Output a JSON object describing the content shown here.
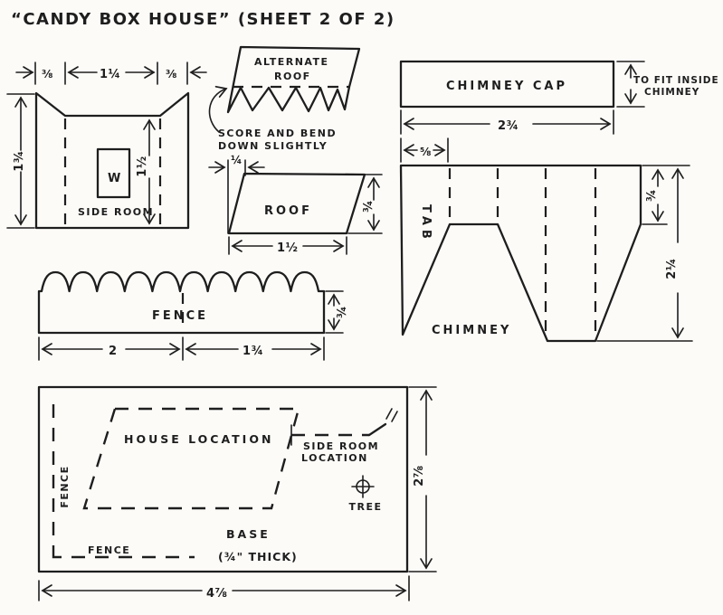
{
  "title": "“CANDY BOX HOUSE” (SHEET 2 OF 2)",
  "colors": {
    "ink": "#1e1e1e",
    "paper": "#fcfbf8"
  },
  "side_room": {
    "name": "SIDE ROOM",
    "window": "W",
    "dims": {
      "left_flap": "⅜",
      "center": "1¼",
      "right_flap": "⅜",
      "height": "1¾",
      "wall": "1½"
    }
  },
  "alternate_roof": {
    "label1": "ALTERNATE",
    "label2": "ROOF",
    "note1": "SCORE AND BEND",
    "note2": "DOWN SLIGHTLY"
  },
  "roof": {
    "name": "ROOF",
    "dims": {
      "offset": "¼",
      "height": "¾",
      "width": "1½"
    }
  },
  "chimney_cap": {
    "name": "CHIMNEY CAP",
    "note1": "TO FIT INSIDE",
    "note2": "CHIMNEY",
    "dims": {
      "width": "2¾"
    }
  },
  "chimney": {
    "name": "CHIMNEY",
    "tab": "TAB",
    "dims": {
      "tab_width": "⅝",
      "fold_depth": "¾",
      "height": "2¼"
    }
  },
  "fence": {
    "name": "FENCE",
    "dims": {
      "left_section": "2",
      "right_section": "1¾",
      "height": "¾"
    }
  },
  "base": {
    "house": "HOUSE LOCATION",
    "side_room1": "SIDE ROOM",
    "side_room2": "LOCATION",
    "tree": "TREE",
    "fence_left": "FENCE",
    "fence_bottom": "FENCE",
    "label": "BASE",
    "thickness": "(¾\" THICK)",
    "dims": {
      "width": "4⅞",
      "height": "2⅞"
    }
  }
}
